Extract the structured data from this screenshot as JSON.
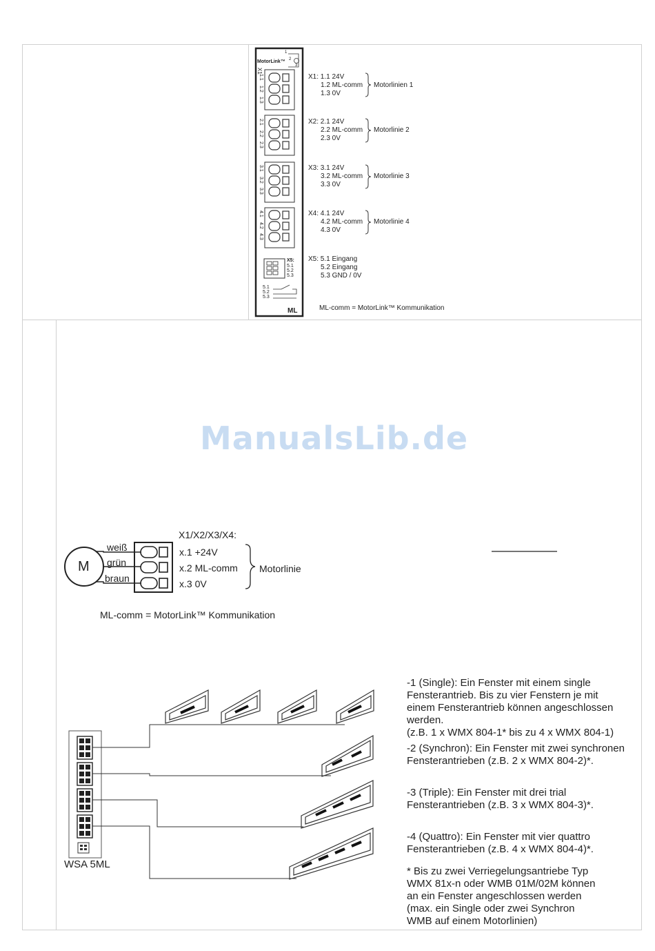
{
  "top_panel": {
    "brand": "MotorLink™",
    "x1_label": "X1",
    "device_bottom_label": "ML",
    "left_pin_labels": [
      [
        "1.1",
        "1.2",
        "1.3"
      ],
      [
        "2.1",
        "2.2",
        "2.3"
      ],
      [
        "3.1",
        "3.2",
        "3.3"
      ],
      [
        "4.1",
        "4.2",
        "4.3"
      ]
    ],
    "shield_pins": [
      "1",
      "2",
      "3"
    ],
    "x5_small": [
      "X5:",
      "5.1",
      "5.2",
      "5.3"
    ],
    "switch_pins": [
      "5.1",
      "5.2",
      "5.3"
    ],
    "connectors": [
      {
        "lines": [
          "X1: 1.1  24V",
          "1.2  ML-comm",
          "1.3  0V"
        ],
        "group": "Motorlinien 1"
      },
      {
        "lines": [
          "X2: 2.1  24V",
          "2.2  ML-comm",
          "2.3  0V"
        ],
        "group": "Motorlinie 2"
      },
      {
        "lines": [
          "X3: 3.1  24V",
          "3.2  ML-comm",
          "3.3  0V"
        ],
        "group": "Motorlinie 3"
      },
      {
        "lines": [
          "X4: 4.1  24V",
          "4.2  ML-comm",
          "4.3  0V"
        ],
        "group": "Motorlinie 4"
      }
    ],
    "x5": [
      "X5: 5.1 Eingang",
      "5.2 Eingang",
      "5.3 GND / 0V"
    ],
    "footnote": "ML-comm = MotorLink™ Kommunikation"
  },
  "watermark": "ManualsLib.de",
  "motor_diagram": {
    "header": "X1/X2/X3/X4:",
    "motor": "M",
    "wires": [
      "weiß",
      "grün",
      "braun"
    ],
    "pins": [
      "x.1  +24V",
      "x.2  ML-comm",
      "x.3  0V"
    ],
    "group": "Motorlinie",
    "footnote": "ML-comm = MotorLink™ Kommunikation"
  },
  "wiring": {
    "device_label": "WSA 5ML",
    "descriptions": [
      [
        "-1 (Single): Ein Fenster mit einem single",
        "Fensterantrieb. Bis zu vier Fenstern je mit",
        "einem Fensterantrieb können angeschlossen",
        "werden.",
        "(z.B. 1 x WMX 804-1* bis zu 4 x WMX 804-1)"
      ],
      [
        "-2 (Synchron): Ein Fenster mit zwei synchronen",
        "Fensterantrieben (z.B. 2 x WMX 804-2)*."
      ],
      [
        "-3 (Triple): Ein Fenster mit drei trial",
        "Fensterantrieben (z.B. 3 x WMX 804-3)*."
      ],
      [
        "-4 (Quattro): Ein Fenster mit vier quattro",
        "Fensterantrieben (z.B. 4 x WMX 804-4)*."
      ],
      [
        "* Bis zu zwei Verriegelungsantriebe Typ",
        "WMX 81x-n oder WMB 01M/02M können",
        "an ein Fenster angeschlossen  werden",
        "(max. ein Single oder zwei Synchron",
        "WMB auf einem Motorlinien)"
      ]
    ]
  }
}
